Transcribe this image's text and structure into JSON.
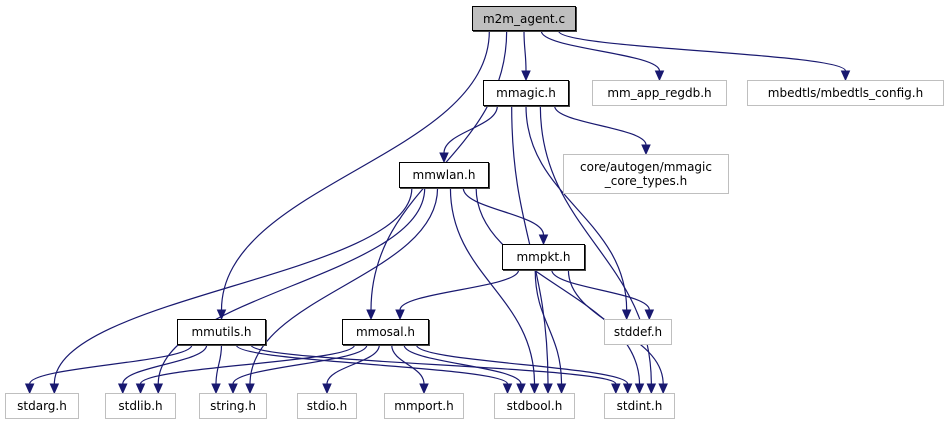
{
  "colors": {
    "edge": "#191970",
    "main_fill": "#bfbfbf",
    "external_border": "#bfbfbf",
    "local_border": "#000000"
  },
  "nodes": [
    {
      "id": "m2m",
      "label": "m2m_agent.c",
      "kind": "main"
    },
    {
      "id": "mmagic",
      "label": "mmagic.h",
      "kind": "local"
    },
    {
      "id": "regdb",
      "label": "mm_app_regdb.h",
      "kind": "ext"
    },
    {
      "id": "mbedtls",
      "label": "mbedtls/mbedtls_config.h",
      "kind": "ext"
    },
    {
      "id": "mmwlan",
      "label": "mmwlan.h",
      "kind": "local"
    },
    {
      "id": "coretypes",
      "label": "core/autogen/mmagic\n_core_types.h",
      "kind": "ext"
    },
    {
      "id": "mmpkt",
      "label": "mmpkt.h",
      "kind": "local"
    },
    {
      "id": "mmutils",
      "label": "mmutils.h",
      "kind": "local"
    },
    {
      "id": "mmosal",
      "label": "mmosal.h",
      "kind": "local"
    },
    {
      "id": "stddef",
      "label": "stddef.h",
      "kind": "ext"
    },
    {
      "id": "stdarg",
      "label": "stdarg.h",
      "kind": "ext"
    },
    {
      "id": "stdlib",
      "label": "stdlib.h",
      "kind": "ext"
    },
    {
      "id": "string",
      "label": "string.h",
      "kind": "ext"
    },
    {
      "id": "stdio",
      "label": "stdio.h",
      "kind": "ext"
    },
    {
      "id": "mmport",
      "label": "mmport.h",
      "kind": "ext"
    },
    {
      "id": "stdbool",
      "label": "stdbool.h",
      "kind": "ext"
    },
    {
      "id": "stdint",
      "label": "stdint.h",
      "kind": "ext"
    }
  ],
  "edges": [
    [
      "m2m",
      "mmagic"
    ],
    [
      "m2m",
      "regdb"
    ],
    [
      "m2m",
      "mbedtls"
    ],
    [
      "m2m",
      "mmutils"
    ],
    [
      "m2m",
      "mmosal"
    ],
    [
      "mmagic",
      "mmwlan"
    ],
    [
      "mmagic",
      "coretypes"
    ],
    [
      "mmagic",
      "stdbool"
    ],
    [
      "mmagic",
      "stddef"
    ],
    [
      "mmagic",
      "stdint"
    ],
    [
      "mmwlan",
      "stdarg"
    ],
    [
      "mmwlan",
      "stdlib"
    ],
    [
      "mmwlan",
      "string"
    ],
    [
      "mmwlan",
      "stdbool"
    ],
    [
      "mmwlan",
      "mmpkt"
    ],
    [
      "mmwlan",
      "stdint"
    ],
    [
      "mmpkt",
      "mmosal"
    ],
    [
      "mmpkt",
      "stdbool"
    ],
    [
      "mmpkt",
      "stdint"
    ],
    [
      "mmpkt",
      "stddef"
    ],
    [
      "mmutils",
      "stdarg"
    ],
    [
      "mmutils",
      "stdlib"
    ],
    [
      "mmutils",
      "string"
    ],
    [
      "mmutils",
      "stdbool"
    ],
    [
      "mmutils",
      "stdint"
    ],
    [
      "mmosal",
      "stdlib"
    ],
    [
      "mmosal",
      "string"
    ],
    [
      "mmosal",
      "stdio"
    ],
    [
      "mmosal",
      "mmport"
    ],
    [
      "mmosal",
      "stdbool"
    ],
    [
      "mmosal",
      "stdint"
    ]
  ]
}
